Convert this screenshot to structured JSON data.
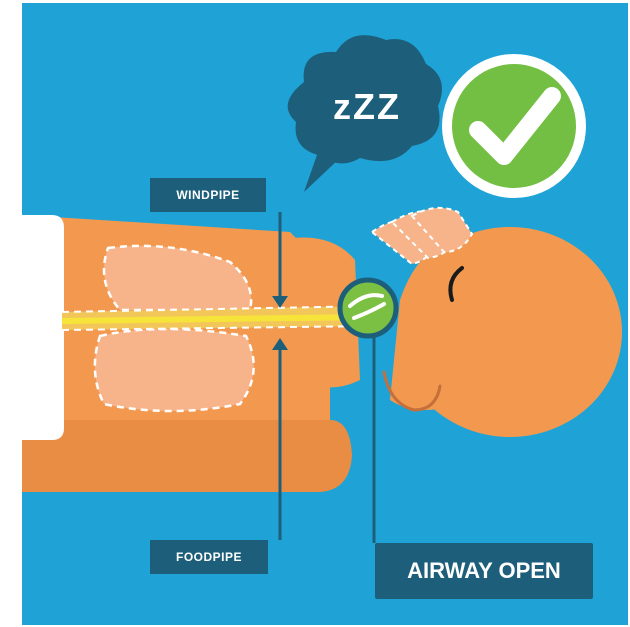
{
  "labels": {
    "windpipe": "WINDPIPE",
    "foodpipe": "FOODPIPE",
    "airway_open": "AIRWAY OPEN",
    "sleep": "zZZ"
  },
  "icons": {
    "thought_bubble": "thought-bubble-icon",
    "status": "checkmark-icon"
  },
  "colors": {
    "background": "#1fa3d6",
    "skin": "#f3994f",
    "lungs": "#f7b48a",
    "airway": "#f7e43a",
    "bubble": "#1d5f7a",
    "label_box": "#1d5f7a",
    "check_green": "#72bf44",
    "highlight": "#7cc043"
  }
}
